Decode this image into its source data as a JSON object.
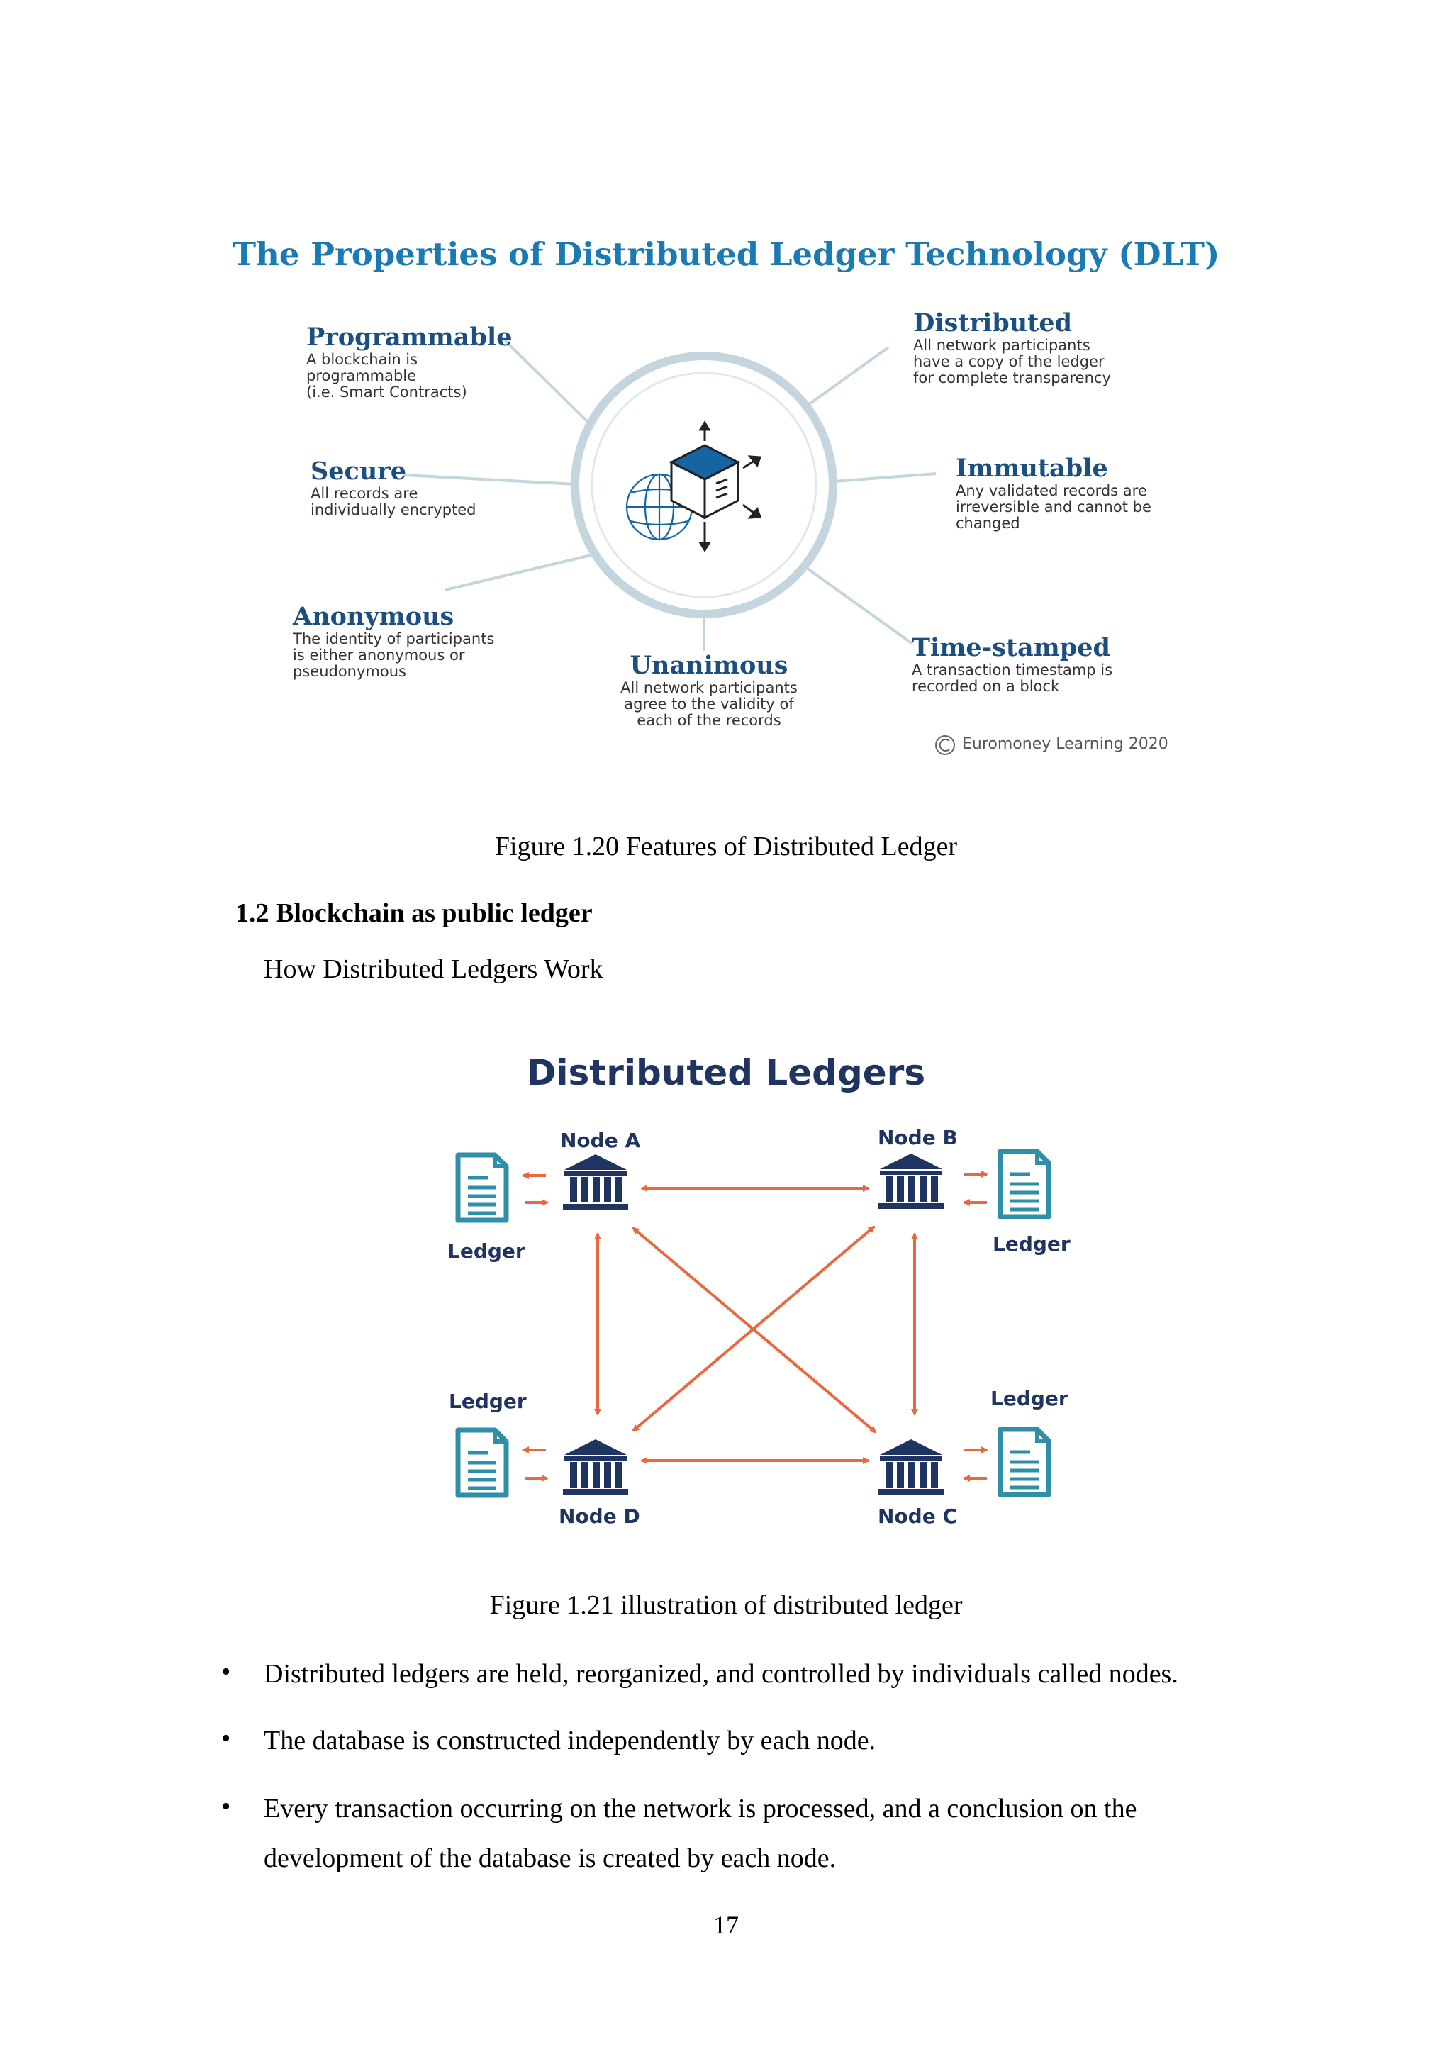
{
  "figure_dlt": {
    "title": "The Properties of Distributed Ledger Technology (DLT)",
    "properties": {
      "programmable": {
        "title": "Programmable",
        "desc": "A blockchain is\nprogrammable\n(i.e. Smart Contracts)"
      },
      "secure": {
        "title": "Secure",
        "desc": "All records are\nindividually encrypted"
      },
      "anonymous": {
        "title": "Anonymous",
        "desc": "The identity of participants\nis either anonymous or\npseudonymous"
      },
      "unanimous": {
        "title": "Unanimous",
        "desc": "All network participants\nagree to the validity of\neach of the records"
      },
      "distributed": {
        "title": "Distributed",
        "desc": "All network participants\nhave a copy of the ledger\nfor complete transparency"
      },
      "immutable": {
        "title": "Immutable",
        "desc": "Any validated records are\nirreversible and cannot be\nchanged"
      },
      "timestamped": {
        "title": "Time-stamped",
        "desc": "A transaction timestamp is\nrecorded on a block"
      }
    },
    "credit": "Euromoney Learning 2020",
    "caption": "Figure 1.20 Features of Distributed Ledger",
    "colors": {
      "title": "#1a7ab3",
      "heading": "#1c4f7f",
      "ring": "#c4d5de",
      "cube": "#1565a3"
    }
  },
  "section": {
    "heading": "1.2 Blockchain as public ledger",
    "subheading": "How Distributed Ledgers Work"
  },
  "figure_ledgers": {
    "title": "Distributed Ledgers",
    "nodes": {
      "a": "Node A",
      "b": "Node B",
      "c": "Node C",
      "d": "Node D"
    },
    "ledger_label": "Ledger",
    "caption": "Figure 1.21 illustration of distributed ledger",
    "colors": {
      "node": "#1f3460",
      "arrow": "#e8683f",
      "ledger": "#2f8fa6"
    }
  },
  "bullets": [
    "Distributed ledgers are held, reorganized, and controlled by individuals called nodes.",
    "The database is constructed independently by each node.",
    "Every transaction occurring on the network is processed, and a conclusion on the development of the database is created by each node."
  ],
  "page_number": "17"
}
